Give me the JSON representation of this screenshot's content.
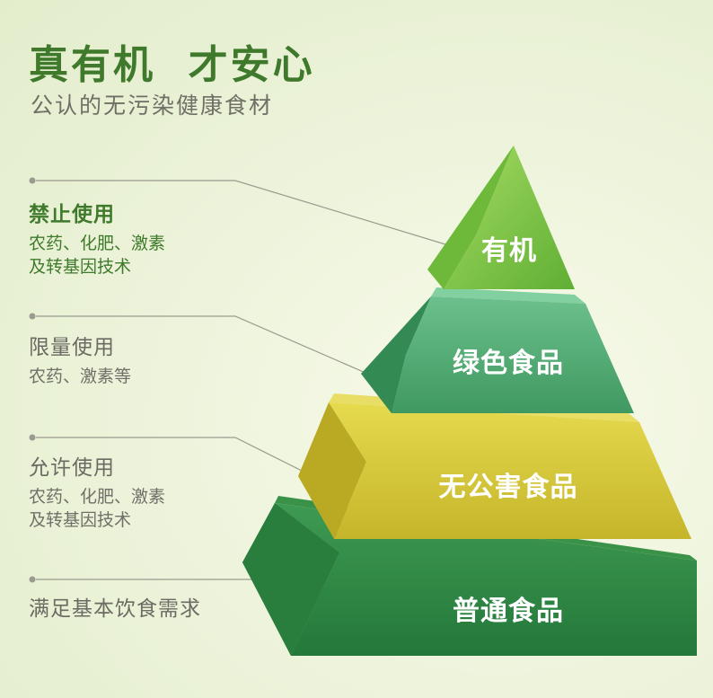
{
  "header": {
    "title": "真有机  才安心",
    "subtitle": "公认的无污染健康食材"
  },
  "callouts": [
    {
      "title": "禁止使用",
      "lines": [
        "农药、化肥、激素",
        "及转基因技术"
      ]
    },
    {
      "title": "限量使用",
      "lines": [
        "农药、激素等"
      ]
    },
    {
      "title": "允许使用",
      "lines": [
        "农药、化肥、激素",
        "及转基因技术"
      ]
    },
    {
      "title": "满足基本饮食需求",
      "lines": []
    }
  ],
  "pyramid": {
    "levels": [
      "有机",
      "绿色食品",
      "无公害食品",
      "普通食品"
    ]
  },
  "colors": {
    "organic": "#76c442",
    "green": "#4fa56e",
    "pollution_free": "#d6c93a",
    "ordinary": "#2f8a44",
    "accent_text": "#3f7a2c"
  }
}
